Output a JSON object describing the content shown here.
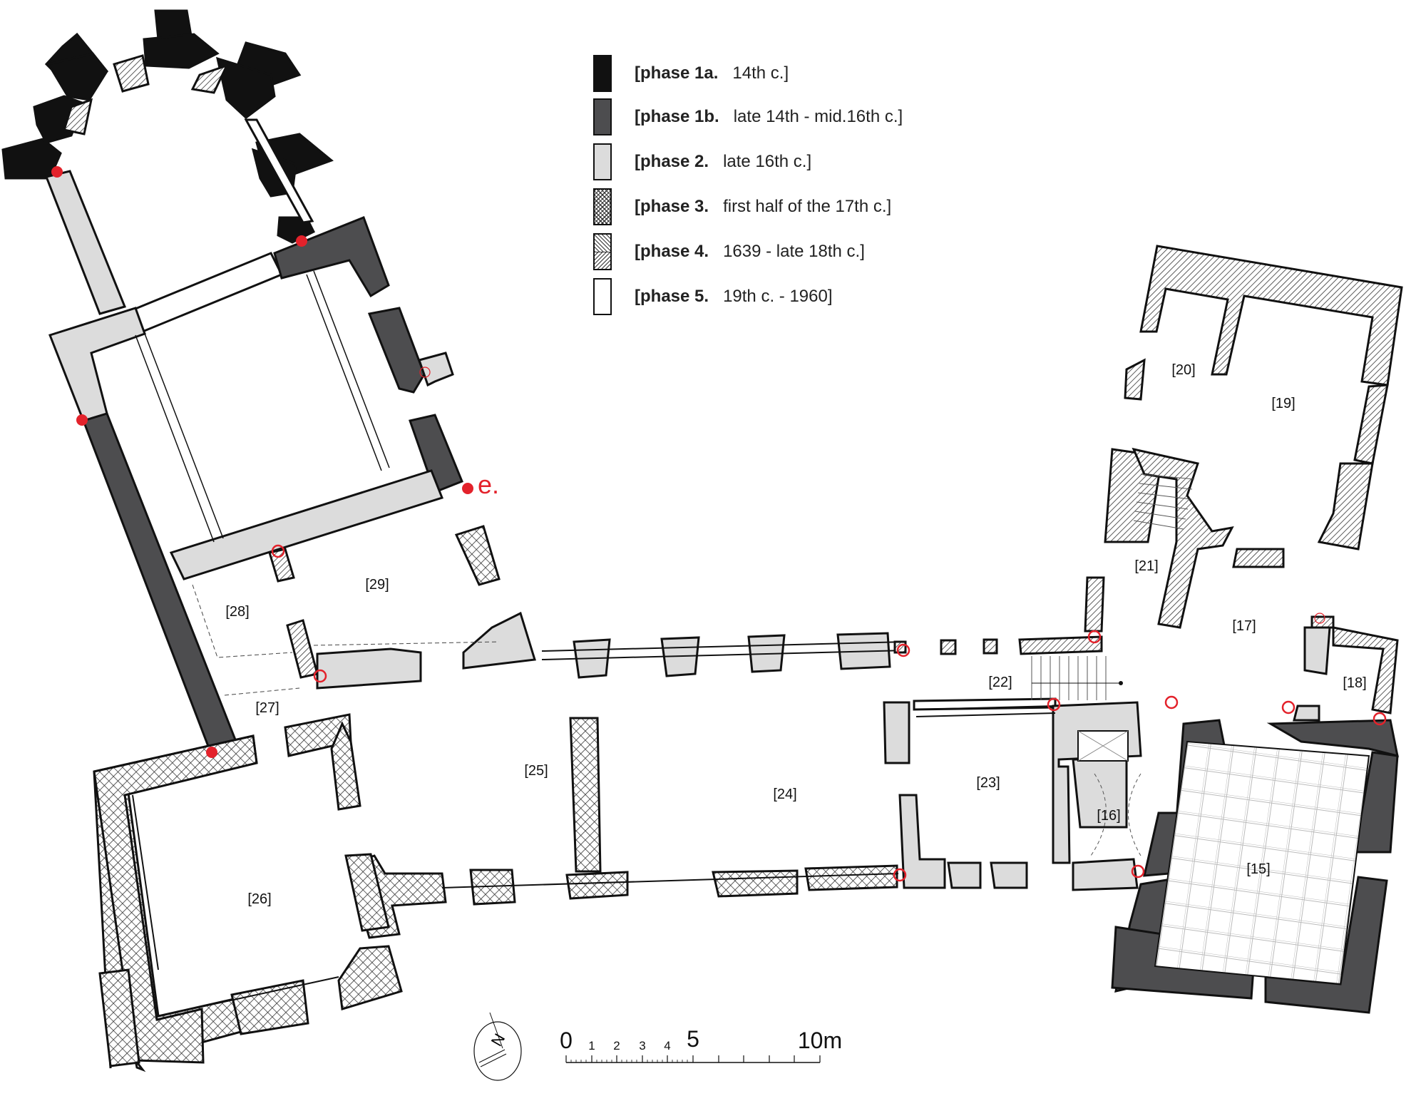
{
  "legend": {
    "items": [
      {
        "phase": "[phase 1a.",
        "period": "14th c.]",
        "fill": "#111111"
      },
      {
        "phase": "[phase 1b.",
        "period": "late 14th - mid.16th c.]",
        "fill": "#4d4d4f"
      },
      {
        "phase": "[phase 2.",
        "period": "late 16th c.]",
        "fill": "#dcdcdc"
      },
      {
        "phase": "[phase 3.",
        "period": "first half of the 17th c.]",
        "fill": "cross-hatch"
      },
      {
        "phase": "[phase 4.",
        "period": "1639 - late 18th c.]",
        "fill": "diagonal-hatch"
      },
      {
        "phase": "[phase 5.",
        "period": "19th c. - 1960]",
        "fill": "#ffffff"
      }
    ]
  },
  "rooms": {
    "r15": "[15]",
    "r16": "[16]",
    "r17": "[17]",
    "r18": "[18]",
    "r19": "[19]",
    "r20": "[20]",
    "r21": "[21]",
    "r22": "[22]",
    "r23": "[23]",
    "r24": "[24]",
    "r25": "[25]",
    "r26": "[26]",
    "r27": "[27]",
    "r28": "[28]",
    "r29": "[29]"
  },
  "marker": {
    "label": "e.",
    "color": "#e3222b"
  },
  "north_arrow": {
    "label": "N"
  },
  "scale_bar": {
    "major": [
      "0",
      "5",
      "10m"
    ],
    "minor": [
      "1",
      "2",
      "3",
      "4"
    ]
  },
  "colors": {
    "phase1a": "#111111",
    "phase1b": "#4d4d4f",
    "phase2": "#dcdcdc",
    "marker_red": "#e3222b"
  }
}
